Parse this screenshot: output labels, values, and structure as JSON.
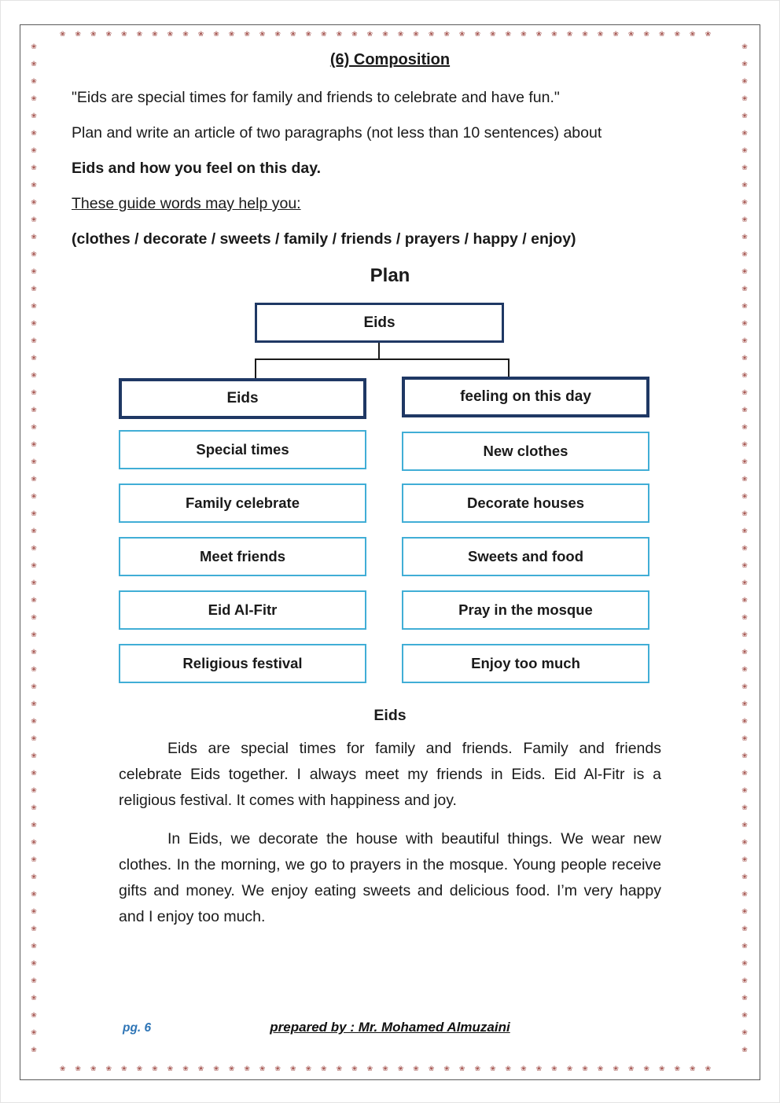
{
  "document": {
    "heading": "(6) Composition",
    "quote_line": "\"Eids are special times for family and friends to celebrate and have fun.\"",
    "task_line": "Plan and write an article of two paragraphs (not less than 10 sentences) about",
    "task_bold_line": "Eids and how you feel on this day.",
    "guide_intro": "These guide words may help you:",
    "guide_words": "(clothes / decorate / sweets / family / friends / prayers / happy / enjoy)",
    "plan_heading": "Plan"
  },
  "diagram": {
    "root": "Eids",
    "columns": [
      {
        "header": "Eids",
        "items": [
          "Special times",
          "Family celebrate",
          "Meet friends",
          "Eid Al-Fitr",
          "Religious festival"
        ]
      },
      {
        "header": "feeling on this day",
        "items": [
          "New clothes",
          "Decorate houses",
          "Sweets and food",
          "Pray in the mosque",
          "Enjoy too much"
        ]
      }
    ]
  },
  "essay": {
    "heading": "Eids",
    "paragraphs": [
      "Eids are special times for family and friends. Family and friends celebrate Eids together. I always meet my friends in Eids. Eid Al-Fitr is a religious festival. It comes with happiness and joy.",
      "In Eids, we decorate the house with beautiful things. We wear new clothes. In the morning, we go to prayers in the mosque. Young people receive gifts and money. We enjoy eating sweets and delicious food. I’m very happy and I enjoy too much."
    ]
  },
  "footer": {
    "page_label": "pg. 6",
    "prepared_by": "prepared by : Mr. Mohamed Almuzaini"
  },
  "border": {
    "glyph": "❀"
  },
  "colors": {
    "dark_box_border": "#1f3864",
    "light_box_border": "#41aed6",
    "ornament": "#a85a55",
    "footer_blue": "#2e75b6",
    "connector": "#1a1a1a"
  }
}
